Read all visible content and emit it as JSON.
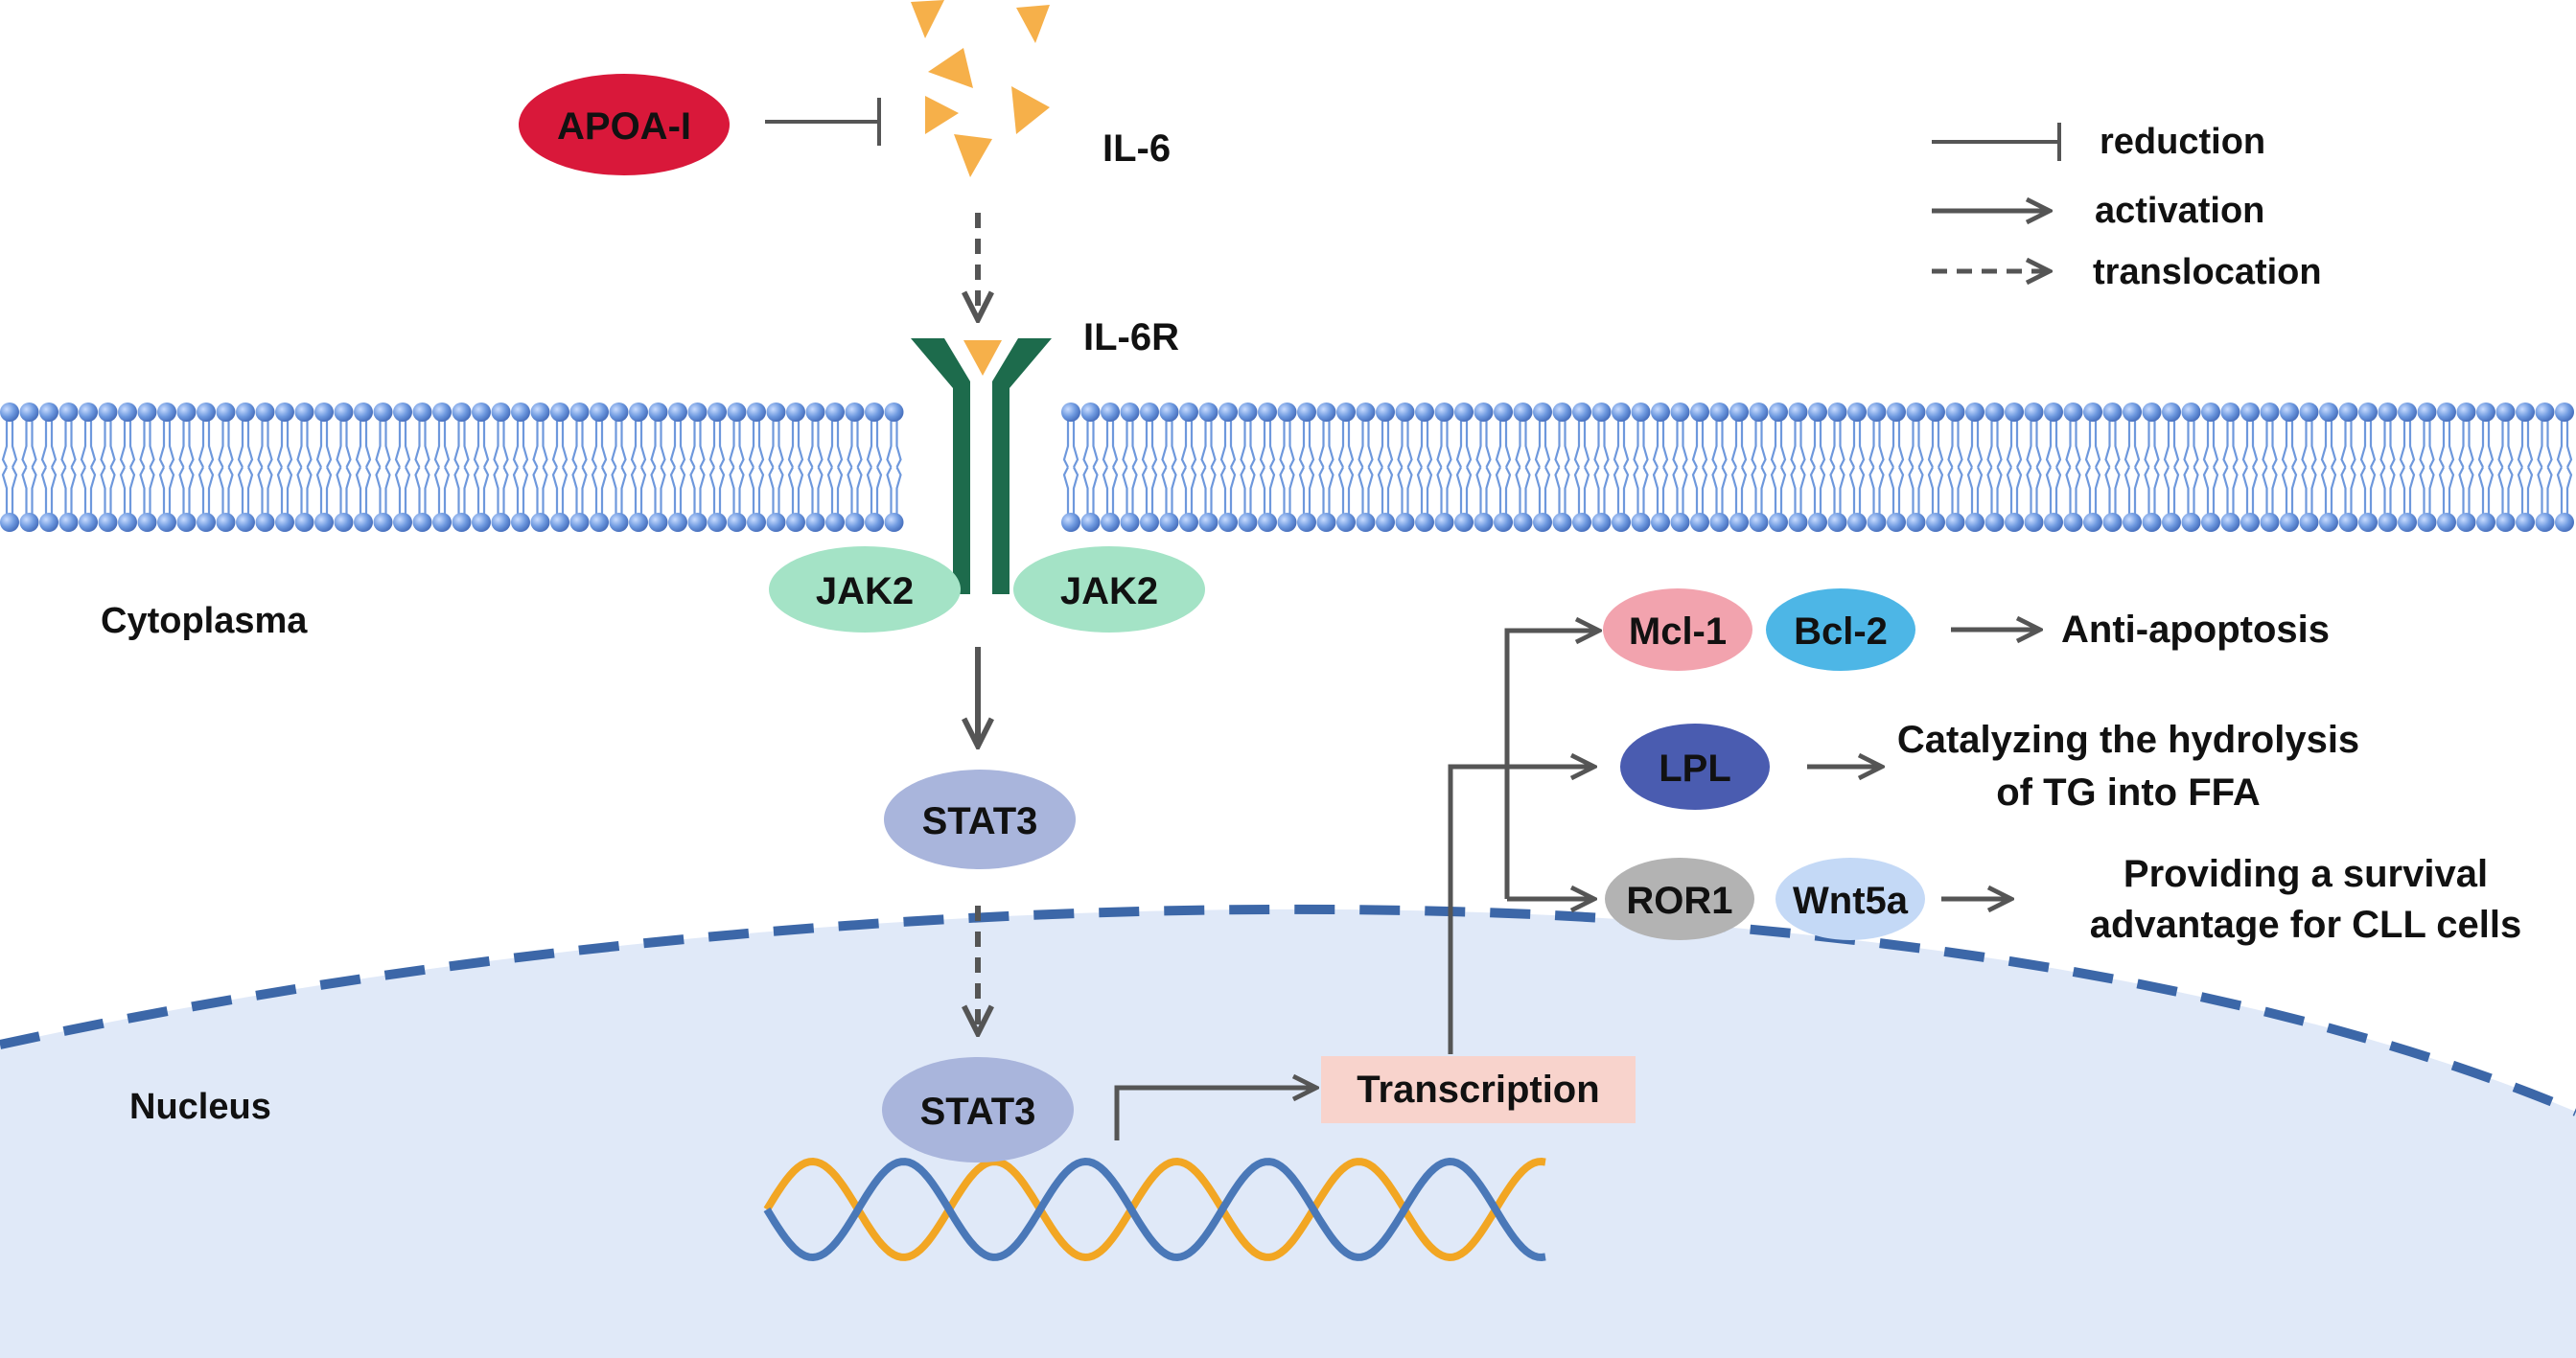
{
  "labels": {
    "apoa1": "APOA-I",
    "il6": "IL-6",
    "il6r": "IL-6R",
    "cytoplasma": "Cytoplasma",
    "nucleus": "Nucleus",
    "jak2_left": "JAK2",
    "jak2_right": "JAK2",
    "stat3_cyto": "STAT3",
    "stat3_nuc": "STAT3",
    "transcription": "Transcription",
    "mcl1": "Mcl-1",
    "bcl2": "Bcl-2",
    "lpl": "LPL",
    "ror1": "ROR1",
    "wnt5a": "Wnt5a",
    "anti_apoptosis": "Anti-apoptosis",
    "catalyzing_line1": "Catalyzing the hydrolysis",
    "catalyzing_line2": "of TG into FFA",
    "survival_line1": "Providing a survival",
    "survival_line2": "advantage for CLL cells"
  },
  "legend": {
    "reduction": "reduction",
    "activation": "activation",
    "translocation": "translocation"
  },
  "colors": {
    "apoa1": "#d9183a",
    "il6": "#f6b04a",
    "receptor": "#1d6b4c",
    "jak2": "#a4e3c6",
    "stat3": "#a9b5dc",
    "transcription_bg": "#f8d3cc",
    "mcl1": "#f2a3ae",
    "bcl2": "#4db6e6",
    "lpl": "#4a5cb0",
    "ror1": "#b3b3b3",
    "wnt5a": "#c4d9f6",
    "membrane": "#6e98dc",
    "nucleus_fill": "#e0e9f8",
    "nucleus_border": "#3c67a8",
    "dna_blue": "#4a78b8",
    "dna_orange": "#f2a623",
    "arrow": "#555555"
  }
}
